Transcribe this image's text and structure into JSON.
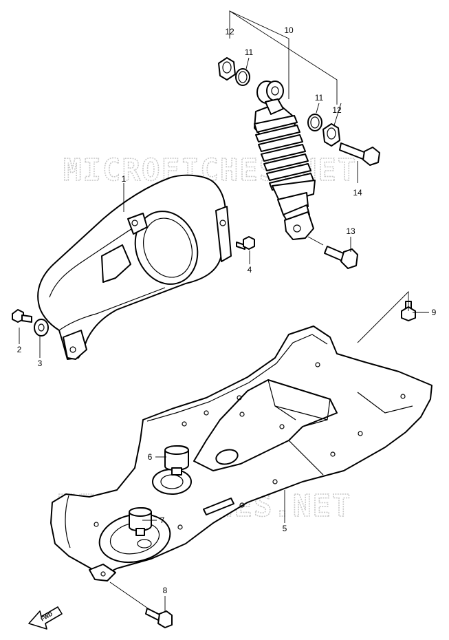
{
  "watermark": {
    "text": "MICROFICHES.NET",
    "color": "#c8c8c8"
  },
  "direction": {
    "label": "FWD"
  },
  "callouts": [
    {
      "id": "part-1",
      "label": "1"
    },
    {
      "id": "part-2",
      "label": "2"
    },
    {
      "id": "part-3",
      "label": "3"
    },
    {
      "id": "part-4",
      "label": "4"
    },
    {
      "id": "part-5",
      "label": "5"
    },
    {
      "id": "part-6",
      "label": "6"
    },
    {
      "id": "part-7",
      "label": "7"
    },
    {
      "id": "part-8",
      "label": "8"
    },
    {
      "id": "part-9",
      "label": "9"
    },
    {
      "id": "part-10",
      "label": "10"
    },
    {
      "id": "part-11a",
      "label": "11"
    },
    {
      "id": "part-11b",
      "label": "11"
    },
    {
      "id": "part-12a",
      "label": "12"
    },
    {
      "id": "part-12b",
      "label": "12"
    },
    {
      "id": "part-13",
      "label": "13"
    },
    {
      "id": "part-14",
      "label": "14"
    }
  ]
}
